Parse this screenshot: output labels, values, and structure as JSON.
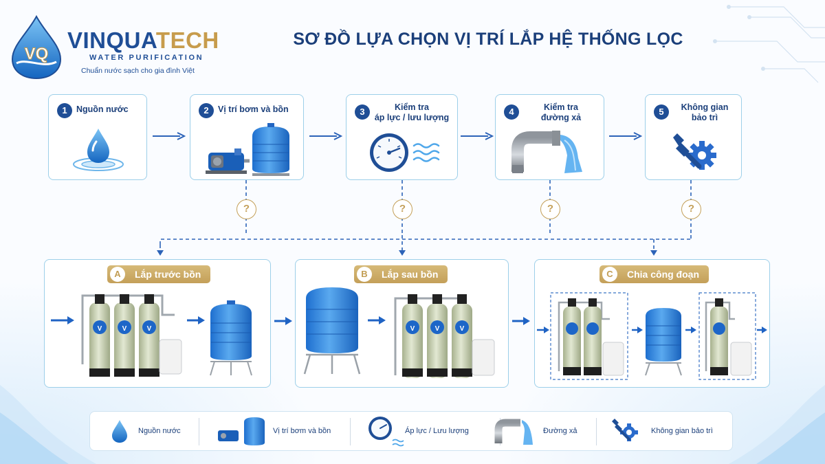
{
  "brand": {
    "name_part1": "VINQUA",
    "name_part2": "TECH",
    "subtitle": "WATER PURIFICATION",
    "tagline": "Chuẩn nước sạch cho gia đình Việt",
    "logo_letters": "VQ"
  },
  "title": "SƠ ĐỒ LỰA CHỌN VỊ TRÍ LẮP HỆ THỐNG LỌC",
  "steps": [
    {
      "number": "1",
      "label_line1": "Nguồn nước",
      "label_line2": "",
      "icon": "water-drop-icon"
    },
    {
      "number": "2",
      "label_line1": "Vị trí bơm và bồn",
      "label_line2": "",
      "icon": "pump-and-tank-icon"
    },
    {
      "number": "3",
      "label_line1": "Kiểm tra",
      "label_line2": "áp lực / lưu lượng",
      "icon": "pressure-gauge-icon"
    },
    {
      "number": "4",
      "label_line1": "Kiểm tra",
      "label_line2": "đường xả",
      "icon": "drain-pipe-icon"
    },
    {
      "number": "5",
      "label_line1": "Không gian",
      "label_line2": "bảo trì",
      "icon": "wrench-gear-icon"
    }
  ],
  "question_mark": "?",
  "options": [
    {
      "letter": "A",
      "label": "Lắp trước bồn"
    },
    {
      "letter": "B",
      "label": "Lắp sau bồn"
    },
    {
      "letter": "C",
      "label": "Chia công đoạn"
    }
  ],
  "legend": [
    {
      "label": "Nguồn nước",
      "icon": "water-drop-icon"
    },
    {
      "label": "Vị trí bơm và bồn",
      "icon": "pump-and-tank-icon"
    },
    {
      "label": "Áp lực / Lưu lượng",
      "icon": "pressure-gauge-icon"
    },
    {
      "label": "Đường xả",
      "icon": "drain-pipe-icon"
    },
    {
      "label": "Không gian bảo trì",
      "icon": "wrench-gear-icon"
    }
  ],
  "colors": {
    "navy": "#1f4e96",
    "gold": "#c4a059",
    "border_blue": "#9ccfe9",
    "tank_blue": "#2f86de",
    "filter_green": "#c9d3b4"
  }
}
